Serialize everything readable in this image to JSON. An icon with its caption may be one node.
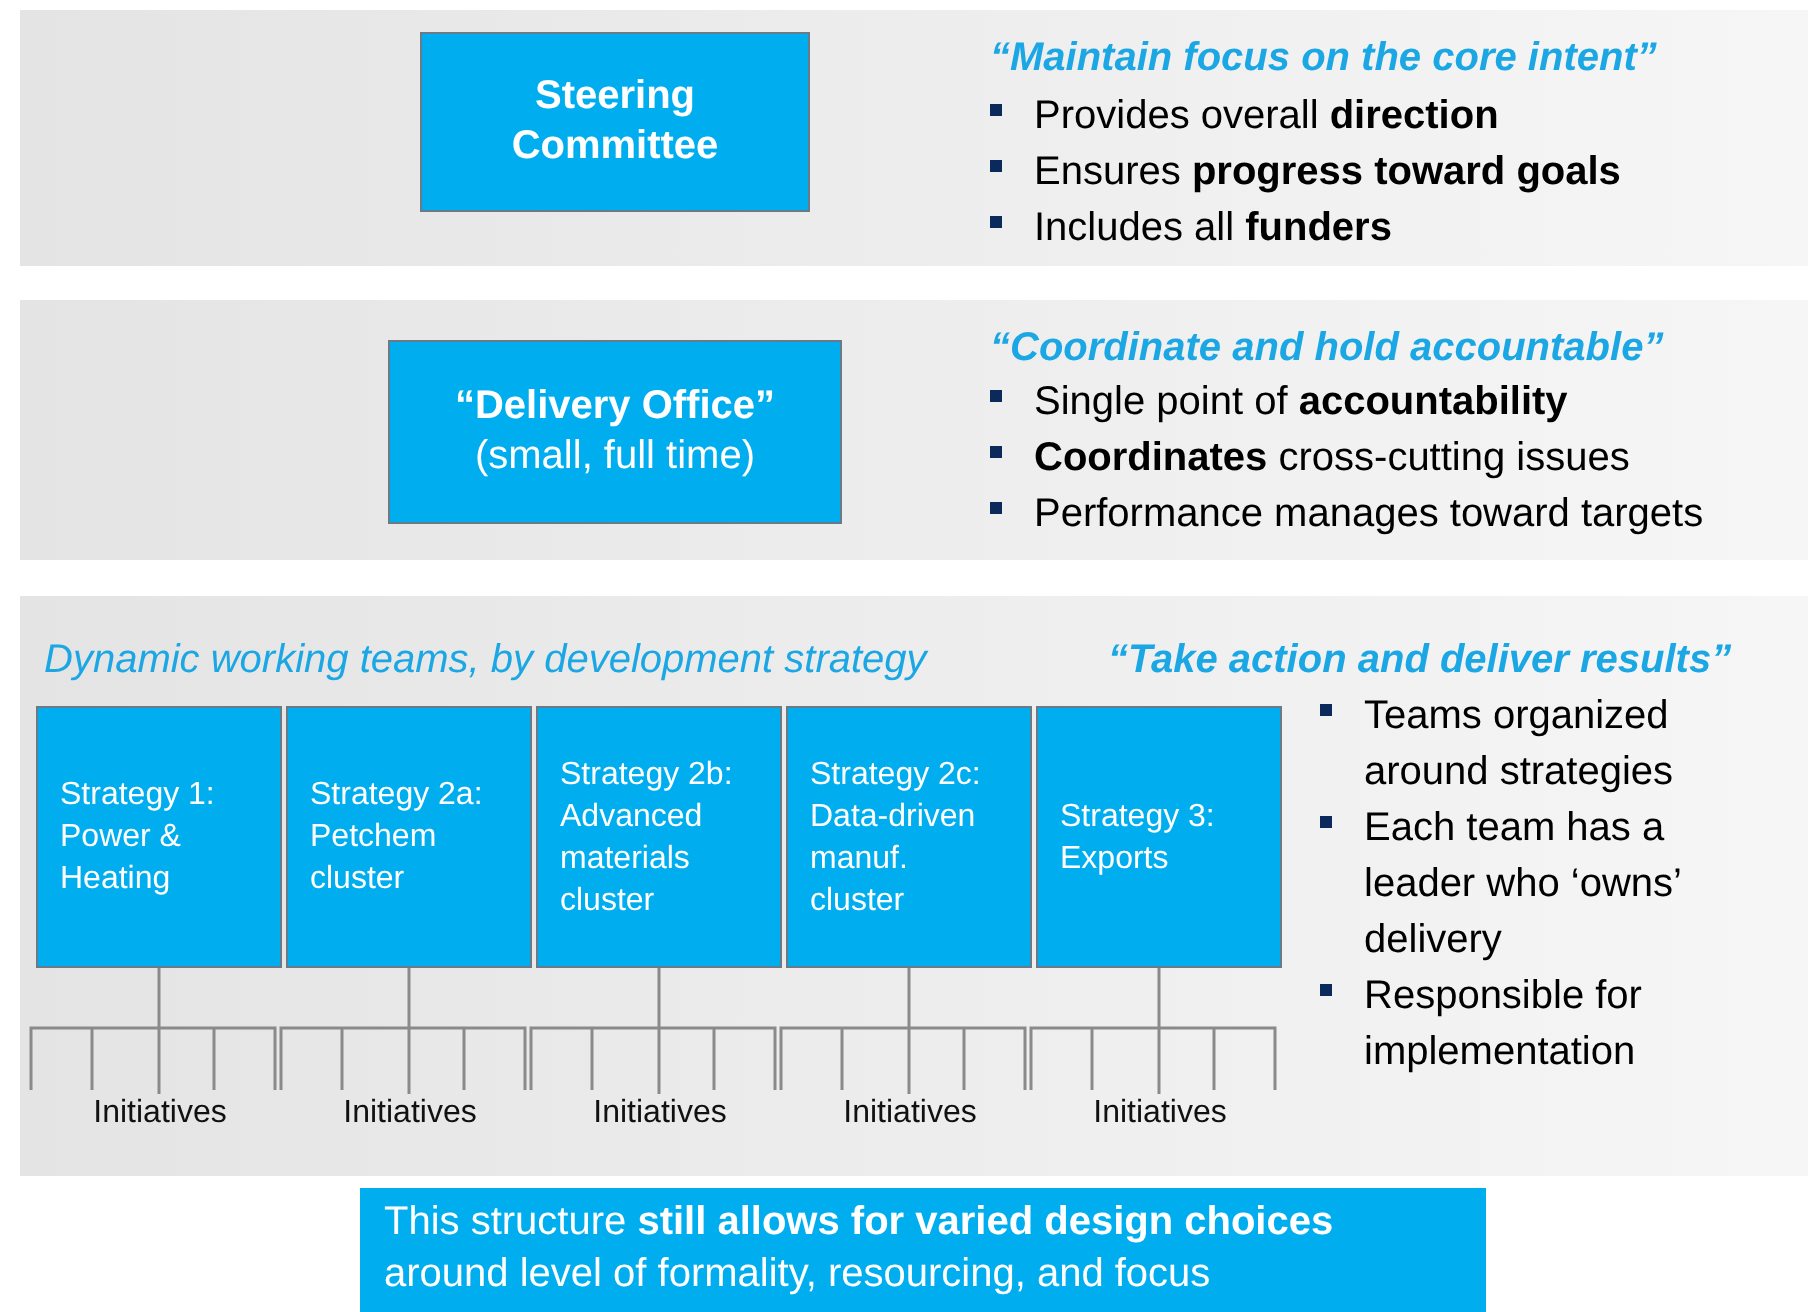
{
  "diagram": {
    "nodes": [
      {
        "text": [
          "“Maintain focus on the core intent”",
          "Provides overall **direction**",
          "Ensures **progress toward goals**",
          "Includes all **funders**"
        ]
      },
      {
        "text": [
          "Steering Committee"
        ],
        "in": 0
      },
      {
        "text": [
          "“Coordinate and hold accountable”",
          "Single point of **accountability**",
          "**Coordinates** cross-cutting issues",
          "Performance manages toward targets"
        ]
      },
      {
        "text": [
          "“Delivery Office”",
          "(small, full time)"
        ],
        "in": 2
      },
      {
        "text": [
          "Dynamic working teams, by development strategy",
          "“Take action and deliver results”",
          "Teams organized around strategies",
          "Each team has a leader who ‘owns’ delivery",
          "Responsible for implementation"
        ]
      },
      {
        "text": [
          "Strategy 1: Power & Heating"
        ],
        "in": 4
      },
      {
        "text": [
          "Strategy 2a: Petchem cluster"
        ],
        "in": 4
      },
      {
        "text": [
          "Strategy 2b: Advanced materials cluster"
        ],
        "in": 4
      },
      {
        "text": [
          "Strategy 2c: Data-driven manuf. cluster"
        ],
        "in": 4
      },
      {
        "text": [
          "Strategy 3: Exports"
        ],
        "in": 4
      },
      {
        "text": [
          "Initiatives"
        ],
        "in": 4
      },
      {
        "text": [
          "Initiatives"
        ],
        "in": 4
      },
      {
        "text": [
          "Initiatives"
        ],
        "in": 4
      },
      {
        "text": [
          "Initiatives"
        ],
        "in": 4
      },
      {
        "text": [
          "Initiatives"
        ],
        "in": 4
      },
      {
        "text": [
          "This structure **still allows for varied design choices** around level of formality, resourcing, and focus"
        ]
      }
    ],
    "edges": [
      {
        "from": 5,
        "to": 10,
        "arrow": "none"
      },
      {
        "from": 6,
        "to": 11,
        "arrow": "none"
      },
      {
        "from": 7,
        "to": 12,
        "arrow": "none"
      },
      {
        "from": 8,
        "to": 13,
        "arrow": "none"
      },
      {
        "from": 9,
        "to": 14,
        "arrow": "none"
      }
    ]
  }
}
